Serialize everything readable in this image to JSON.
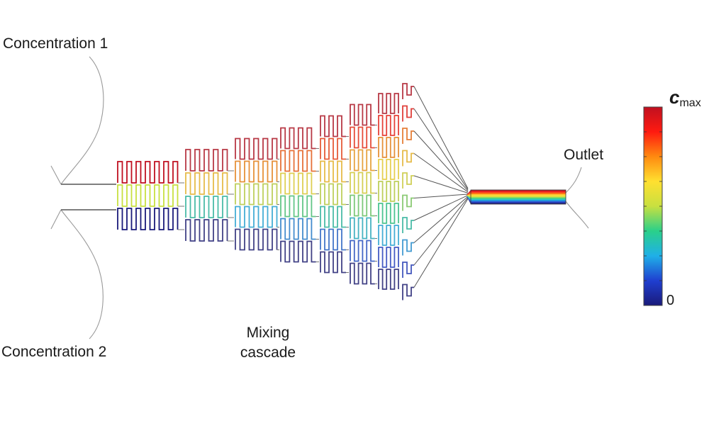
{
  "labels": {
    "concentration_1": "Concentration 1",
    "concentration_2": "Concentration 2",
    "mixing_line1": "Mixing",
    "mixing_line2": "cascade",
    "outlet": "Outlet",
    "cmax_symbol": "c",
    "cmax_subscript": "max",
    "colorbar_min": "0"
  },
  "colorbar": {
    "stops": [
      "#1a1a7a",
      "#1f3fd0",
      "#1fb0e8",
      "#2ad08a",
      "#c8e040",
      "#ffe030",
      "#ff8a10",
      "#ff1a10",
      "#c01020"
    ]
  },
  "cascade": {
    "stage_channel_counts": [
      3,
      4,
      5,
      6,
      7,
      8,
      9
    ],
    "output_channels": 10
  }
}
